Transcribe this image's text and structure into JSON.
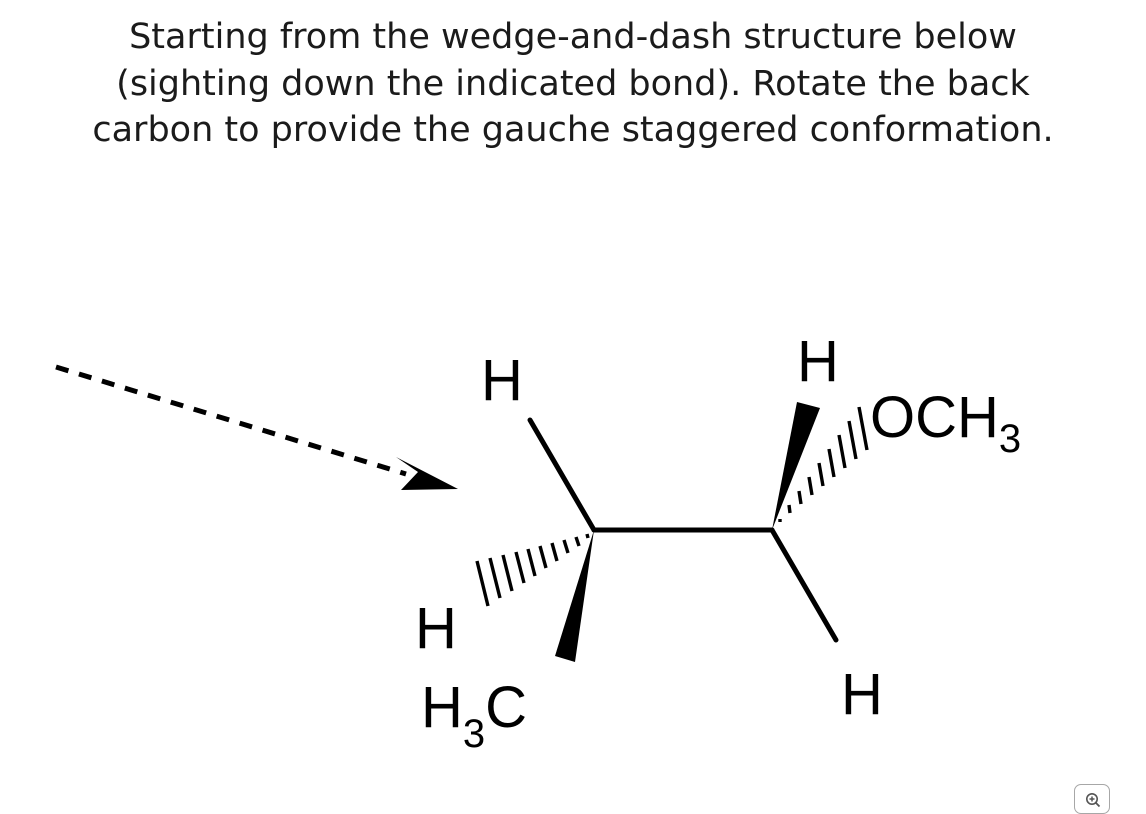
{
  "question": {
    "text": "Starting from the wedge-and-dash structure below (sighting down the indicated bond). Rotate the back carbon to provide the gauche staggered conformation."
  },
  "diagram": {
    "labels": {
      "front_top_h": "H",
      "front_dash_h": "H",
      "front_wedge_group": "H",
      "front_wedge_group_sub": "3",
      "front_wedge_group_tail": "C",
      "back_wedge_h": "H",
      "back_dash_group": "OCH",
      "back_dash_group_sub": "3",
      "back_bottom_h": "H"
    }
  },
  "controls": {
    "zoom_icon": "zoom-in-icon"
  }
}
